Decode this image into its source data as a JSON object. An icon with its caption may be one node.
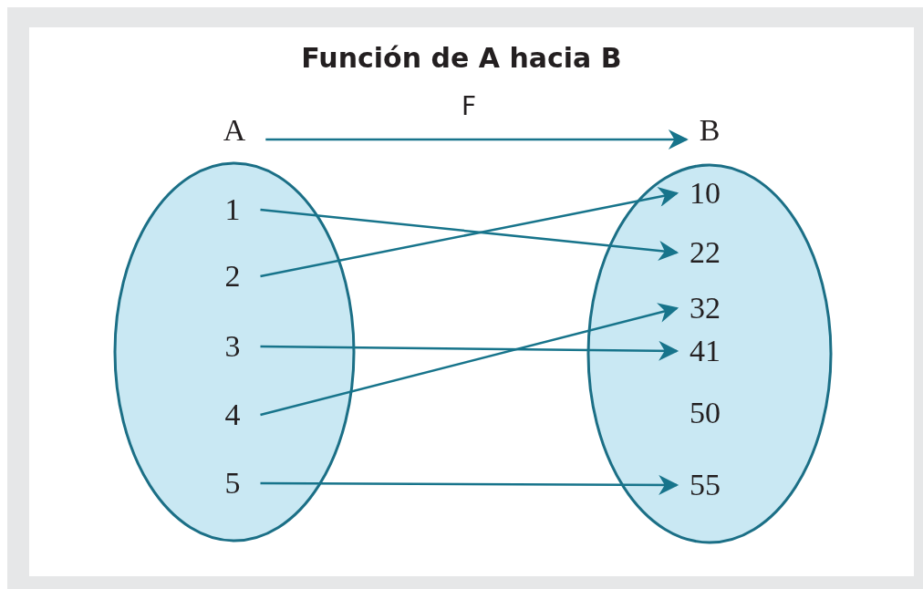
{
  "diagram": {
    "title": "Función de A hacia B",
    "nodes": [
      {
        "text": [
          "A"
        ]
      },
      {
        "text": [
          "B"
        ]
      },
      {
        "text": [
          "1"
        ],
        "in": 0
      },
      {
        "text": [
          "2"
        ],
        "in": 0
      },
      {
        "text": [
          "3"
        ],
        "in": 0
      },
      {
        "text": [
          "4"
        ],
        "in": 0
      },
      {
        "text": [
          "5"
        ],
        "in": 0
      },
      {
        "text": [
          "10"
        ],
        "in": 1
      },
      {
        "text": [
          "22"
        ],
        "in": 1
      },
      {
        "text": [
          "32"
        ],
        "in": 1
      },
      {
        "text": [
          "41"
        ],
        "in": 1
      },
      {
        "text": [
          "50"
        ],
        "in": 1
      },
      {
        "text": [
          "55"
        ],
        "in": 1
      }
    ],
    "edges": [
      {
        "from": 0,
        "to": 1,
        "arrow": "to",
        "label": "F"
      },
      {
        "from": 2,
        "to": 8,
        "arrow": "to"
      },
      {
        "from": 3,
        "to": 7,
        "arrow": "to"
      },
      {
        "from": 4,
        "to": 10,
        "arrow": "to"
      },
      {
        "from": 5,
        "to": 9,
        "arrow": "to"
      },
      {
        "from": 6,
        "to": 12,
        "arrow": "to"
      }
    ]
  }
}
